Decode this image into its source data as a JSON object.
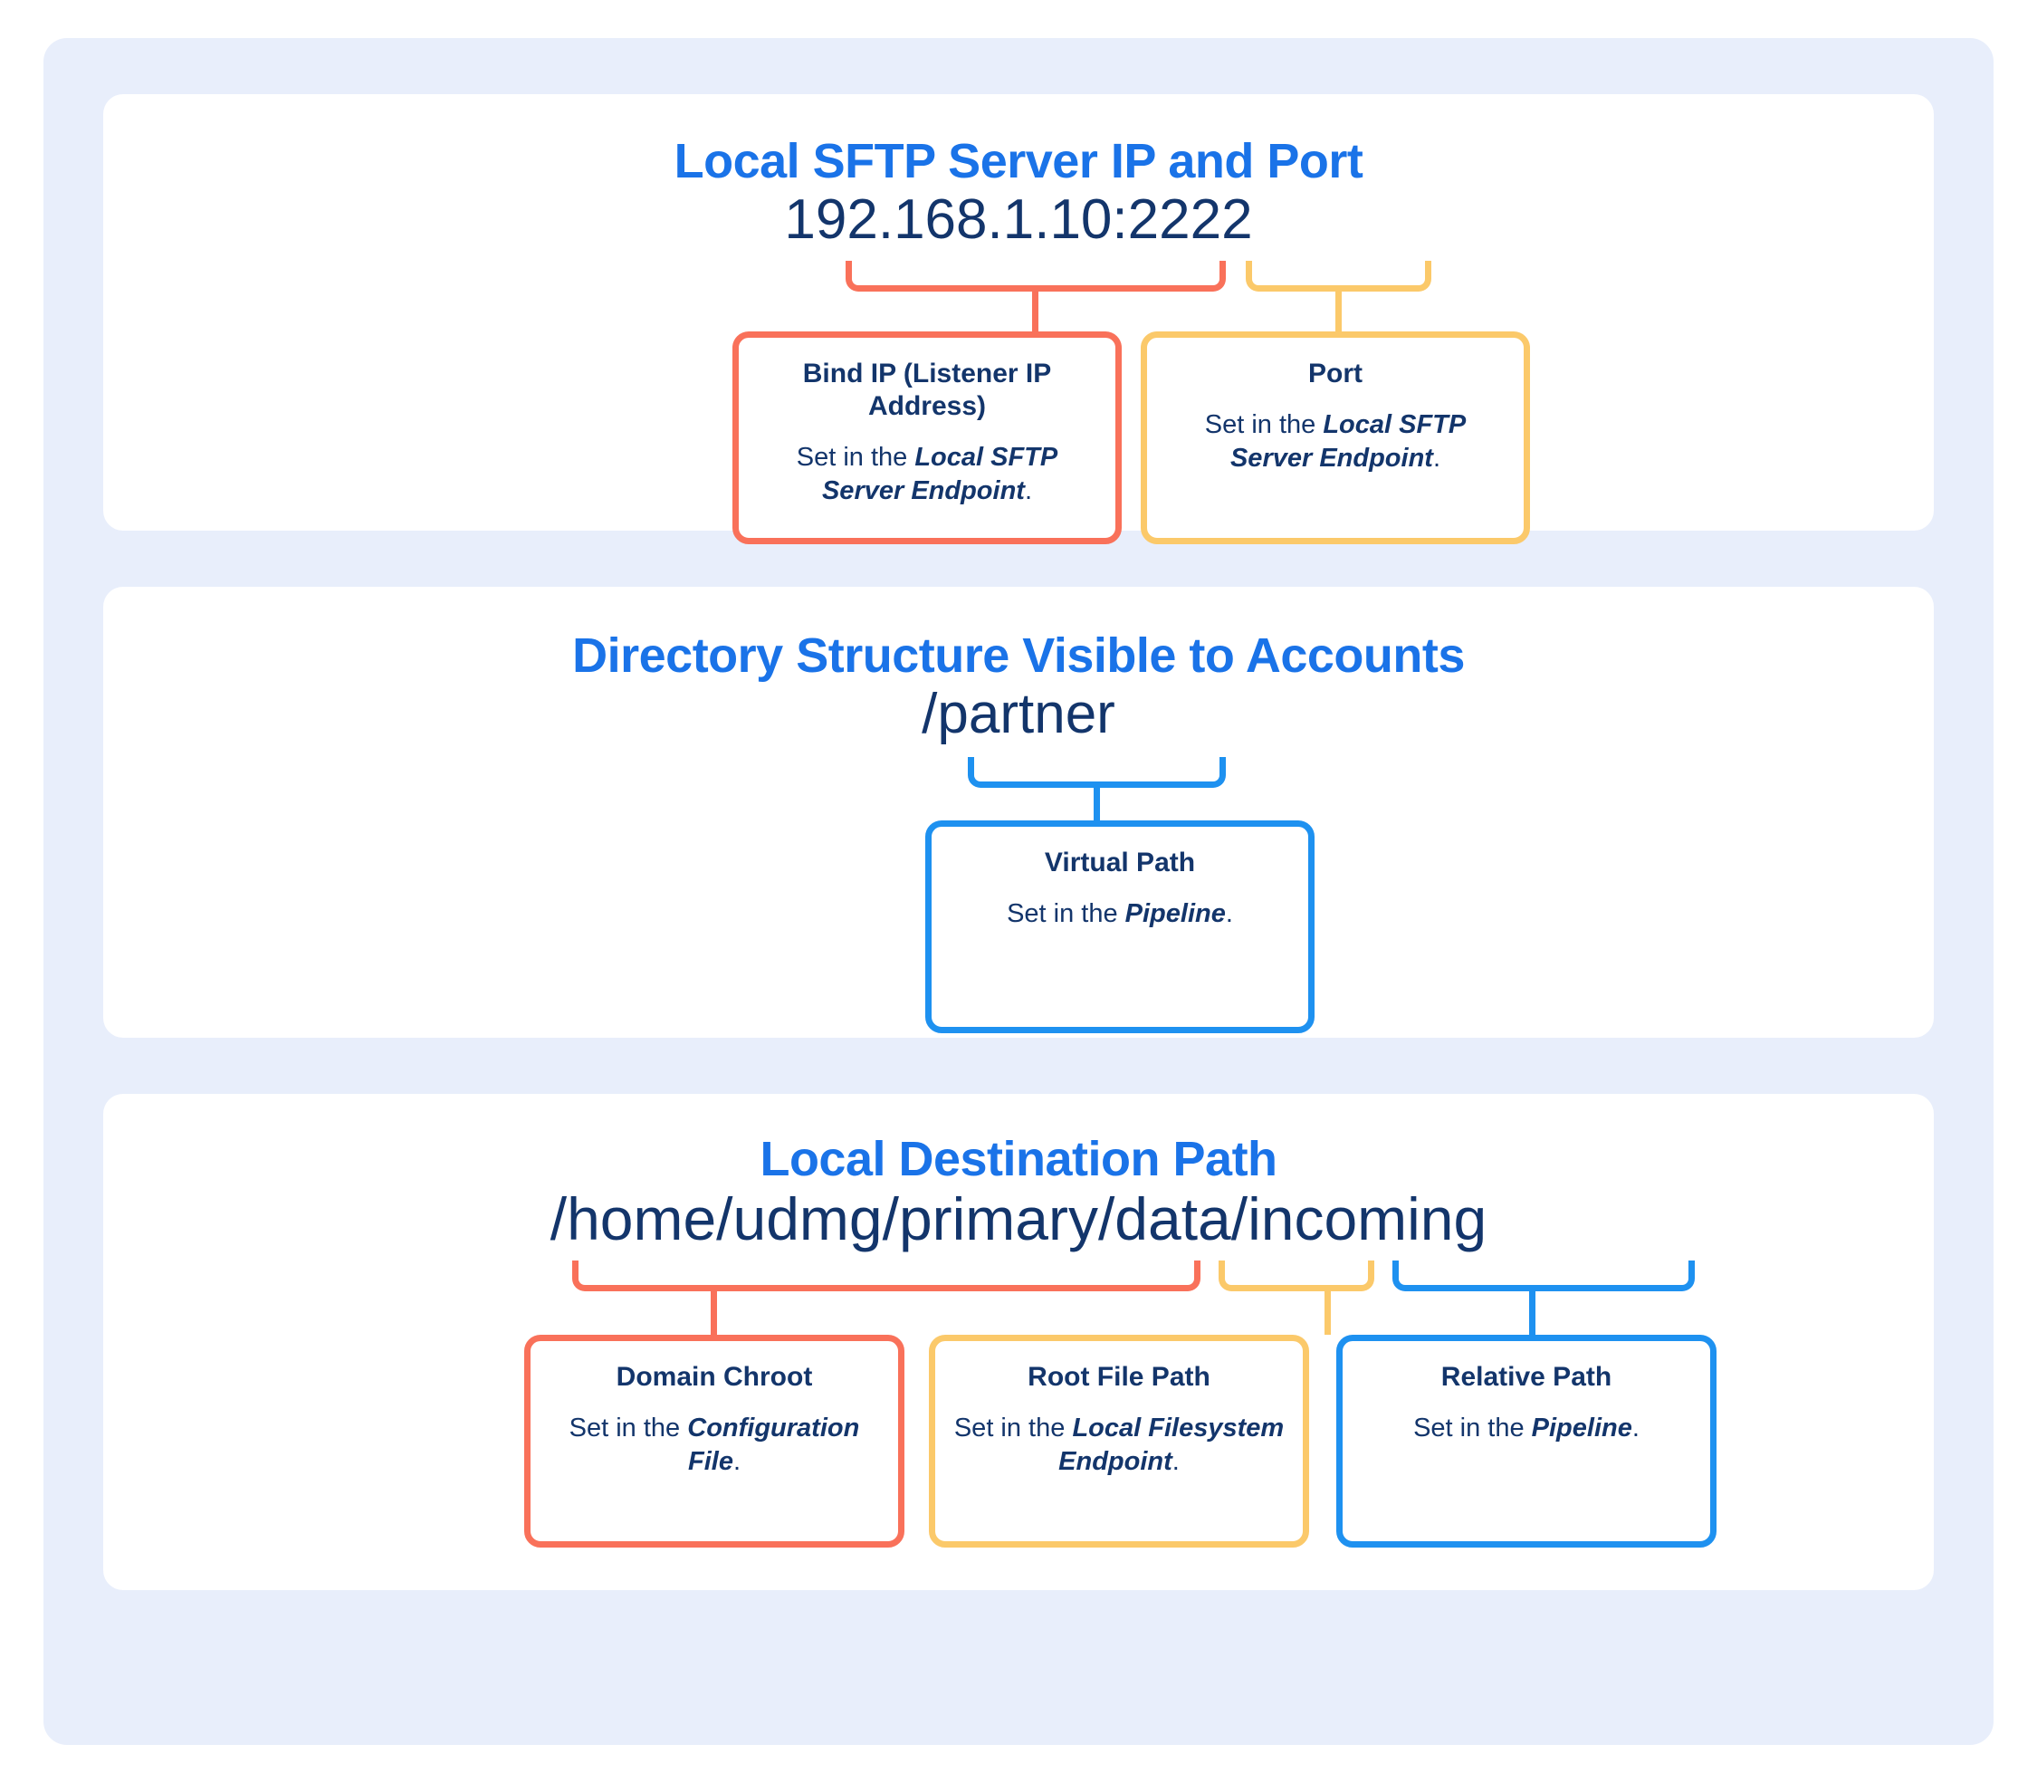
{
  "theme": {
    "canvas": "#ffffff",
    "frame_background": "#e8eefb",
    "panel_background": "#ffffff",
    "title_blue": "#1a73e8",
    "value_navy": "#13356b",
    "coral": "#f9715a",
    "amber": "#fbc96a",
    "blue": "#1e91f0"
  },
  "panels": [
    {
      "id": "endpoint",
      "title": "Local SFTP Server IP and Port",
      "value": "192.168.1.10:2222",
      "segments": [
        {
          "key": "bind_ip",
          "text": "192.168.1.10",
          "color": "coral"
        },
        {
          "key": "port",
          "text": "2222",
          "color": "amber"
        }
      ],
      "cards": [
        {
          "key": "bind-ip",
          "title": "Bind IP (Listener IP Address)",
          "desc_prefix": "Set in the ",
          "desc_strong": "Local SFTP Server Endpoint",
          "desc_suffix": ".",
          "color": "coral"
        },
        {
          "key": "port",
          "title": "Port",
          "desc_prefix": "Set in the ",
          "desc_strong": "Local SFTP Server Endpoint",
          "desc_suffix": ".",
          "color": "amber"
        }
      ]
    },
    {
      "id": "directory",
      "title": "Directory Structure Visible to Accounts",
      "value": "/partner",
      "segments": [
        {
          "key": "virtual_path",
          "text": "/partner",
          "color": "blue"
        }
      ],
      "cards": [
        {
          "key": "virtual-path",
          "title": "Virtual Path",
          "desc_prefix": "Set in the ",
          "desc_strong": "Pipeline",
          "desc_suffix": ".",
          "color": "blue"
        }
      ]
    },
    {
      "id": "destination",
      "title": "Local Destination Path",
      "value": "/home/udmg/primary/data/incoming",
      "segments": [
        {
          "key": "domain_chroot",
          "text": "/home/udmg/primary",
          "color": "coral"
        },
        {
          "key": "root_file_path",
          "text": "/data",
          "color": "amber"
        },
        {
          "key": "relative_path",
          "text": "/incoming",
          "color": "blue"
        }
      ],
      "cards": [
        {
          "key": "domain-chroot",
          "title": "Domain Chroot",
          "desc_prefix": "Set in the ",
          "desc_strong": "Configuration File",
          "desc_suffix": ".",
          "color": "coral"
        },
        {
          "key": "root-file-path",
          "title": "Root File Path",
          "desc_prefix": "Set in the ",
          "desc_strong": "Local Filesystem Endpoint",
          "desc_suffix": ".",
          "color": "amber"
        },
        {
          "key": "relative-path",
          "title": "Relative Path",
          "desc_prefix": "Set in the ",
          "desc_strong": "Pipeline",
          "desc_suffix": ".",
          "color": "blue"
        }
      ]
    }
  ]
}
